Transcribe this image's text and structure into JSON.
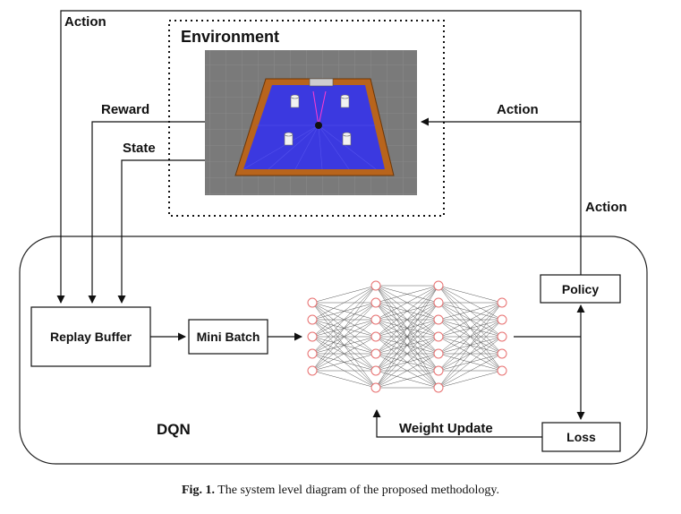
{
  "environment": {
    "title": "Environment"
  },
  "labels": {
    "action_top": "Action",
    "reward": "Reward",
    "state": "State",
    "action_right": "Action",
    "action_policy": "Action",
    "weight_update": "Weight Update",
    "dqn": "DQN"
  },
  "boxes": {
    "replay_buffer": "Replay Buffer",
    "mini_batch": "Mini Batch",
    "policy": "Policy",
    "loss": "Loss"
  },
  "network": {
    "layers": [
      5,
      7,
      7,
      5
    ],
    "node_color": "#e87070"
  },
  "colors": {
    "arena_floor": "#3b39e0",
    "arena_wall": "#b8641c",
    "ground": "#7a7a7a"
  },
  "caption": {
    "prefix": "Fig. 1.",
    "text": "The system level diagram of the proposed methodology."
  }
}
